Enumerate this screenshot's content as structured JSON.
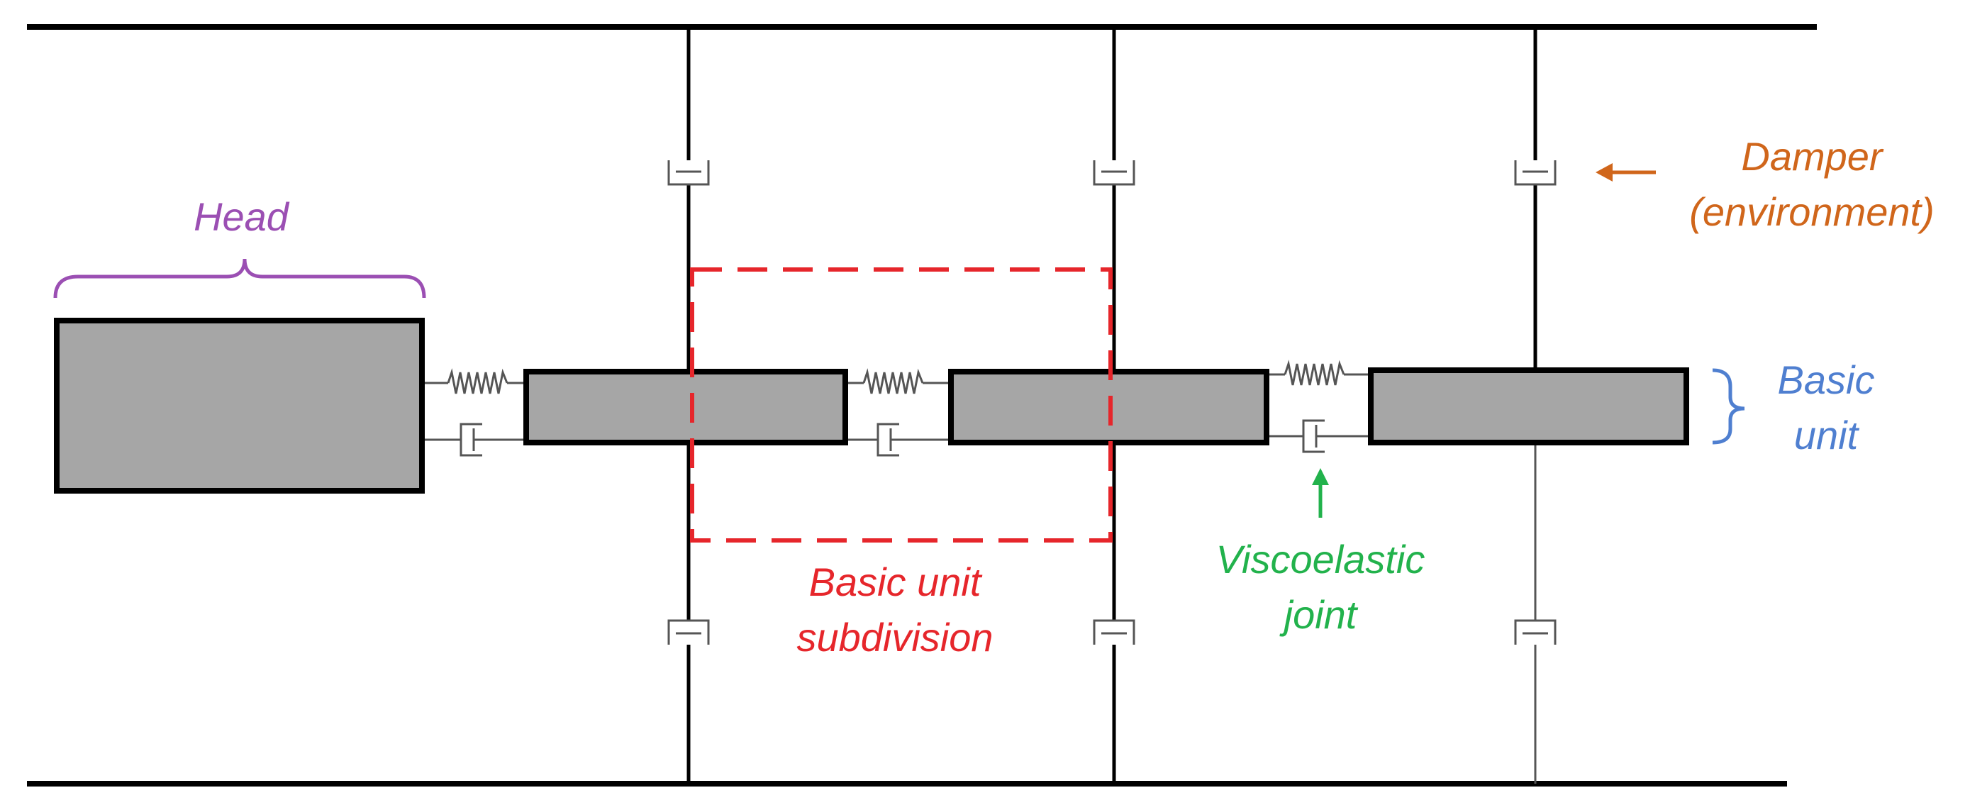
{
  "labels": {
    "head": "Head",
    "damper_line1": "Damper",
    "damper_line2": "(environment)",
    "basic_unit_line1": "Basic",
    "basic_unit_line2": "unit",
    "subdivision_line1": "Basic unit",
    "subdivision_line2": "subdivision",
    "viscoelastic_line1": "Viscoelastic",
    "viscoelastic_line2": "joint"
  },
  "colors": {
    "head": "#9b4fb3",
    "damper": "#d0661b",
    "basic_unit": "#4f7fd0",
    "subdivision": "#e6262b",
    "viscoelastic": "#22b24c",
    "block_fill": "#a6a6a6",
    "line": "#000000"
  },
  "icons": {
    "spring": "spring-icon",
    "damper": "damper-icon",
    "arrow": "arrow-icon",
    "brace": "curly-brace-icon"
  }
}
